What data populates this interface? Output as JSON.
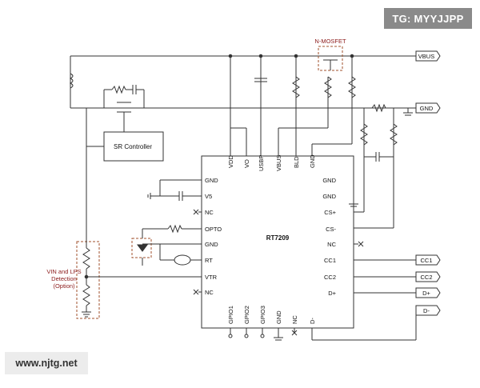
{
  "watermarks": {
    "top_right": "TG: MYYJJPP",
    "bottom_left": "www.njtg.net"
  },
  "chip": {
    "name": "RT7209",
    "top_pins": [
      "VDD",
      "VO",
      "USBP",
      "VBUS",
      "BLD",
      "GND"
    ],
    "left_pins": [
      "GND",
      "V5",
      "NC",
      "OPTO",
      "GND",
      "RT",
      "VTR",
      "NC"
    ],
    "right_pins": [
      "GND",
      "GND",
      "CS+",
      "CS-",
      "NC",
      "CC1",
      "CC2",
      "D+"
    ],
    "bottom_pins": [
      "GPIO1",
      "GPIO2",
      "GPIO3",
      "GND",
      "NC",
      "D-"
    ]
  },
  "blocks": {
    "sr_controller": "SR Controller",
    "n_mosfet": "N-MOSFET",
    "vin_lps_line1": "VIN and LPS",
    "vin_lps_line2": "Detection",
    "vin_lps_line3": "(Option)"
  },
  "ports": {
    "vbus": "VBUS",
    "gnd": "GND",
    "cc1": "CC1",
    "cc2": "CC2",
    "dplus": "D+",
    "dminus": "D-"
  },
  "colors": {
    "line": "#333333",
    "accent": "#8b1a1a",
    "dashed_box": "#a0522d"
  }
}
